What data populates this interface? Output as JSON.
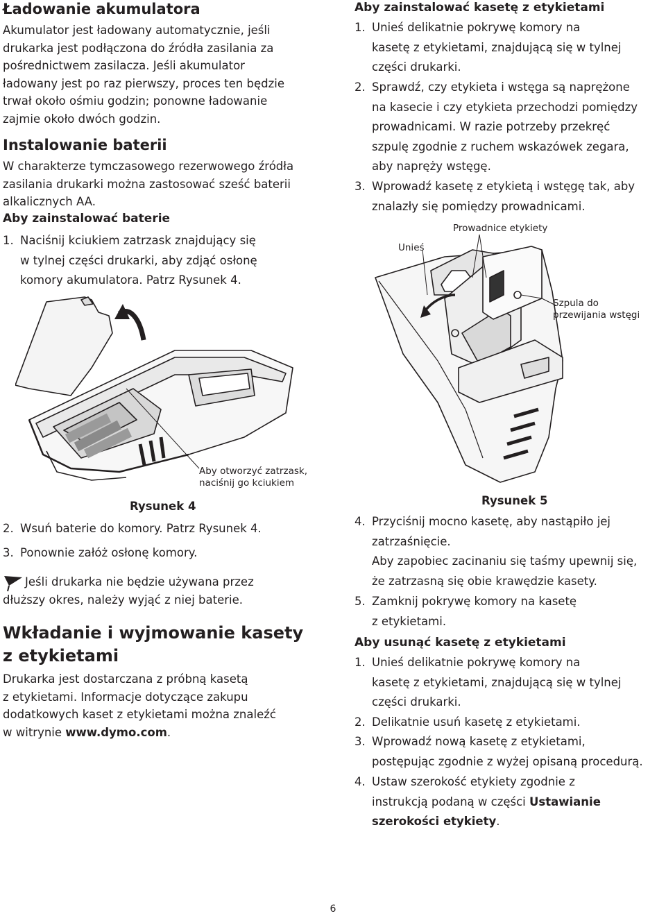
{
  "left": {
    "charging": {
      "heading": "Ładowanie akumulatora",
      "lines": [
        "Akumulator jest ładowany automatycznie, jeśli",
        "drukarka jest podłączona do źródła zasilania za",
        "pośrednictwem zasilacza. Jeśli akumulator",
        "ładowany jest po raz pierwszy, proces ten będzie",
        "trwał około ośmiu godzin; ponowne ładowanie",
        "zajmie około dwóch godzin."
      ]
    },
    "batteries": {
      "heading": "Instalowanie baterii",
      "lines": [
        "W charakterze tymczasowego rezerwowego źródła",
        "zasilania drukarki można zastosować sześć baterii",
        "alkalicznych AA."
      ],
      "subheading": "Aby zainstalować baterie",
      "step1": {
        "num": "1.",
        "lines": [
          "Naciśnij kciukiem zatrzask znajdujący się",
          "w tylnej części drukarki, aby zdjąć osłonę",
          "komory akumulatora. Patrz Rysunek 4."
        ]
      }
    },
    "figure4": {
      "callout_line1": "Aby otworzyć zatrzask,",
      "callout_line2": "naciśnij go kciukiem",
      "title": "Rysunek 4"
    },
    "step2": {
      "num": "2.",
      "text": "Wsuń baterie do komory. Patrz Rysunek 4."
    },
    "step3": {
      "num": "3.",
      "text": "Ponownie załóż osłonę komory."
    },
    "note": {
      "line1": "Jeśli drukarka nie będzie używana przez",
      "line2": "dłuższy okres, należy wyjąć z niej baterie."
    },
    "cassette": {
      "heading_line1": "Wkładanie i wyjmowanie kasety",
      "heading_line2": "z etykietami",
      "line1": "Drukarka jest dostarczana z próbną kasetą",
      "line2": "z etykietami. Informacje dotyczące zakupu",
      "line3": "dodatkowych kaset z etykietami można znaleźć",
      "line4_prefix": "w witrynie ",
      "line4_link": "www.dymo.com",
      "line4_suffix": "."
    }
  },
  "right": {
    "install": {
      "heading": "Aby zainstalować kasetę z etykietami",
      "steps": [
        {
          "num": "1.",
          "lines": [
            "Unieś delikatnie pokrywę komory na",
            "kasetę z etykietami, znajdującą się w tylnej",
            "części drukarki."
          ]
        },
        {
          "num": "2.",
          "lines": [
            "Sprawdź, czy etykieta i wstęga są naprężone",
            "na kasecie i czy etykieta przechodzi pomiędzy",
            "prowadnicami. W razie potrzeby przekręć",
            "szpulę zgodnie z ruchem wskazówek zegara,",
            "aby napręży wstęgę."
          ]
        },
        {
          "num": "3.",
          "lines": [
            "Wprowadź kasetę z etykietą i wstęgę tak, aby",
            "znalazły się pomiędzy prowadnicami."
          ]
        }
      ]
    },
    "figure5": {
      "label_guides": "Prowadnice etykiety",
      "label_lift": "Unieś",
      "label_spool_line1": "Szpula do",
      "label_spool_line2": "przewijania wstęgi",
      "title": "Rysunek 5"
    },
    "step4": {
      "num": "4.",
      "lines": [
        "Przyciśnij mocno kasetę, aby nastąpiło jej",
        "zatrzaśnięcie."
      ],
      "extra_lines": [
        "Aby zapobiec zacinaniu się taśmy upewnij się,",
        "że zatrzasną się obie krawędzie kasety."
      ]
    },
    "step5": {
      "num": "5.",
      "lines": [
        "Zamknij pokrywę komory na kasetę",
        "z etykietami."
      ]
    },
    "remove": {
      "heading": "Aby usunąć kasetę z etykietami",
      "step1": {
        "num": "1.",
        "lines": [
          "Unieś delikatnie pokrywę komory na",
          "kasetę z etykietami, znajdującą się w tylnej",
          "części drukarki."
        ]
      },
      "step2": {
        "num": "2.",
        "text": "Delikatnie usuń kasetę z etykietami."
      },
      "step3": {
        "num": "3.",
        "lines": [
          "Wprowadź nową kasetę z etykietami,",
          "postępując zgodnie z wyżej opisaną procedurą."
        ]
      },
      "step4": {
        "num": "4.",
        "line1": "Ustaw szerokość etykiety zgodnie z",
        "line2_prefix": "instrukcją podaną w części ",
        "line2_bold": "Ustawianie",
        "line3_bold": "szerokości etykiety",
        "line3_suffix": "."
      }
    }
  },
  "page_number": "6"
}
